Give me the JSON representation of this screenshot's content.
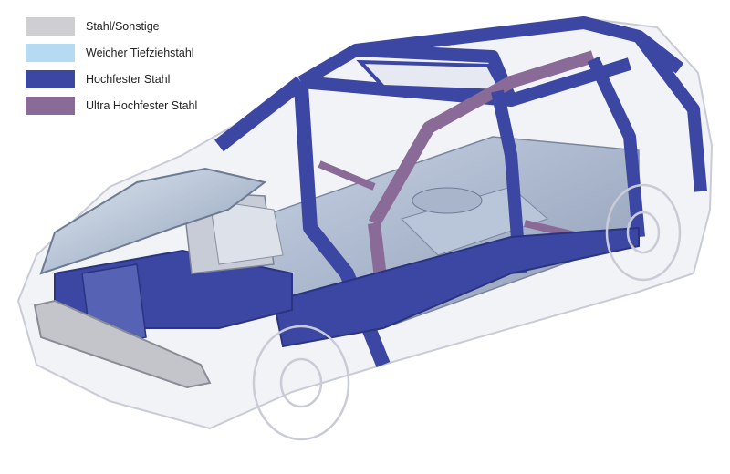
{
  "legend": [
    {
      "label": "Stahl/Sonstige",
      "color": "#cfcfd1"
    },
    {
      "label": "Weicher Tiefziehstahl",
      "color": "#b7daf3"
    },
    {
      "label": "Hochfester Stahl",
      "color": "#3b47a3"
    },
    {
      "label": "Ultra Hochfester Stahl",
      "color": "#8a6a96"
    }
  ],
  "colors": {
    "other_steel": "#cfcfd1",
    "mild_steel": "#b7daf3",
    "high_strength_steel": "#3b47a3",
    "ultra_high_strength_steel": "#8a6a96",
    "outline": "#c9ccd6",
    "interior": "#a9b2c6"
  }
}
